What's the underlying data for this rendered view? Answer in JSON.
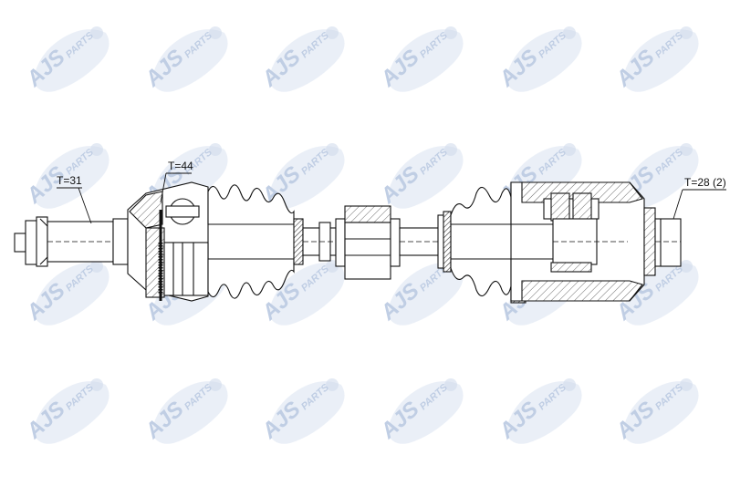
{
  "watermark": {
    "brand": "AJS",
    "suffix": "PARTS",
    "color": "#c9d6ea"
  },
  "callouts": {
    "left_spline": "T=31",
    "outer_joint": "T=44",
    "inner_joint": "T=28 (2)"
  },
  "colors": {
    "line": "#111111",
    "hatch": "#555555",
    "seal": "#444444"
  }
}
